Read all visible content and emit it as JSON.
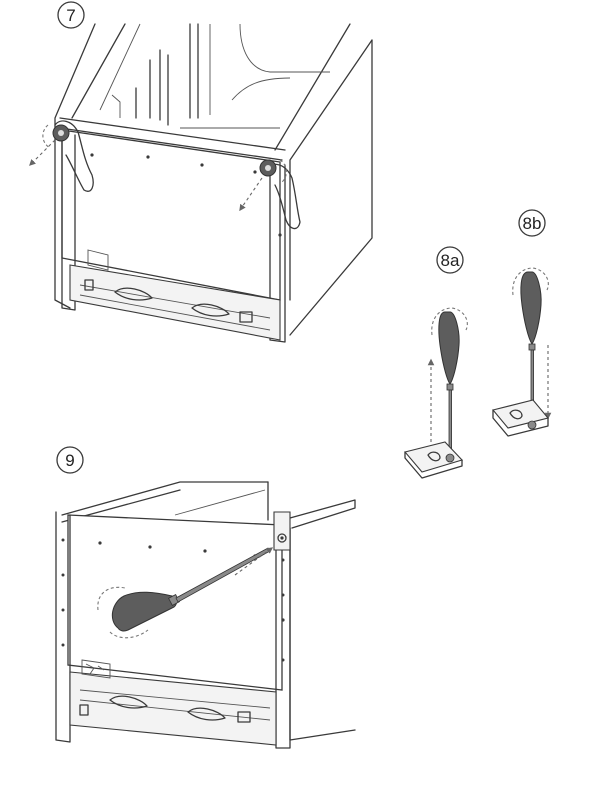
{
  "steps": {
    "step7": "7",
    "step8a": "8a",
    "step8b": "8b",
    "step9": "9"
  },
  "icons": {
    "screwdriver": "screwdriver-icon",
    "hand": "hand-icon",
    "bracket": "mounting-bracket-icon",
    "rotation": "rotation-arrow-icon"
  },
  "colors": {
    "line": "#3a3a3a",
    "handle": "#5d5d5d",
    "background": "#ffffff"
  }
}
